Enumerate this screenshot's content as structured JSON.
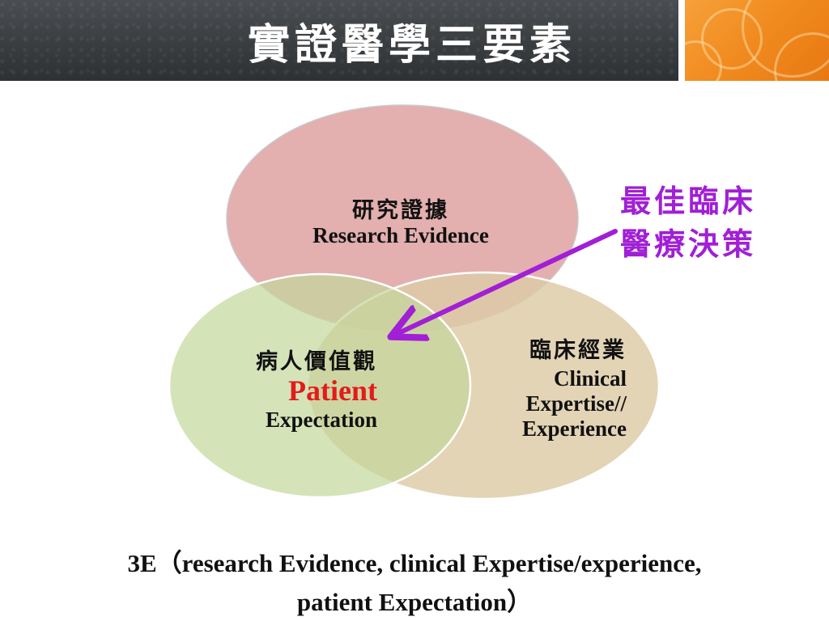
{
  "title": "實證醫學三要素",
  "diagram": {
    "research": {
      "zh": "研究證據",
      "en": "Research Evidence",
      "color": "#dfa4a4"
    },
    "patient": {
      "zh": "病人價值觀",
      "en_highlight": "Patient",
      "en_rest": "Expectation",
      "color": "#cbdca8",
      "highlight_color": "#e31b1b"
    },
    "clinical": {
      "zh": "臨床經業",
      "en_line1": "Clinical",
      "en_line2": "Expertise//",
      "en_line3": "Experience",
      "color": "#ddcba6"
    },
    "callout": {
      "line1": "最佳臨床",
      "line2": "醫療決策",
      "color": "#a11fd6"
    }
  },
  "footer": {
    "line1": "3E（research Evidence, clinical Expertise/experience,",
    "line2": "patient Expectation）"
  },
  "colors": {
    "title_bar": "#3a3d40",
    "accent": "#f08a1e",
    "arrow": "#a11fd6"
  }
}
